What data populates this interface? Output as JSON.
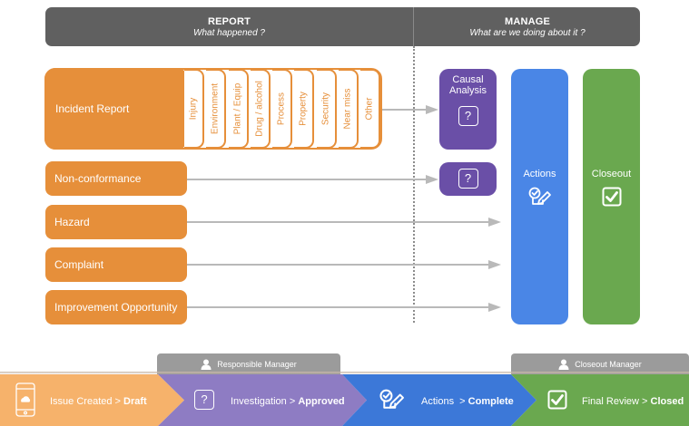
{
  "header": {
    "report": {
      "title": "REPORT",
      "subtitle": "What happened ?"
    },
    "manage": {
      "title": "MANAGE",
      "subtitle": "What are we doing about it ?"
    }
  },
  "report_items": {
    "incident": {
      "label": "Incident Report",
      "categories": [
        "Injury",
        "Environment",
        "Plant / Equip",
        "Drug / alcohol",
        "Process",
        "Property",
        "Security",
        "Near miss",
        "Other"
      ]
    },
    "others": [
      "Non-conformance",
      "Hazard",
      "Complaint",
      "Improvement Opportunity"
    ]
  },
  "manage": {
    "causal_analysis": {
      "line1": "Causal",
      "line2": "Analysis",
      "icon": "?"
    },
    "nc_analysis": {
      "icon": "?"
    },
    "actions": {
      "label": "Actions"
    },
    "closeout": {
      "label": "Closeout"
    }
  },
  "roles": {
    "responsible": "Responsible Manager",
    "closeout": "Closeout Manager"
  },
  "workflow": [
    {
      "step": "Issue Created > ",
      "status": "Draft",
      "color": "#f6b26b"
    },
    {
      "step": "Investigation > ",
      "status": "Approved",
      "color": "#8e7cc3"
    },
    {
      "step": "Actions  > ",
      "status": "Complete",
      "color": "#3c78d8"
    },
    {
      "step": "Final Review > ",
      "status": "Closed",
      "color": "#6aa84f"
    }
  ],
  "icons": {
    "question": "?"
  },
  "colors": {
    "report_orange": "#e68f3a",
    "purple": "#6a4fa7",
    "actions_blue": "#4a86e6",
    "closeout_green": "#6aa84f",
    "header_gray": "#606060"
  }
}
